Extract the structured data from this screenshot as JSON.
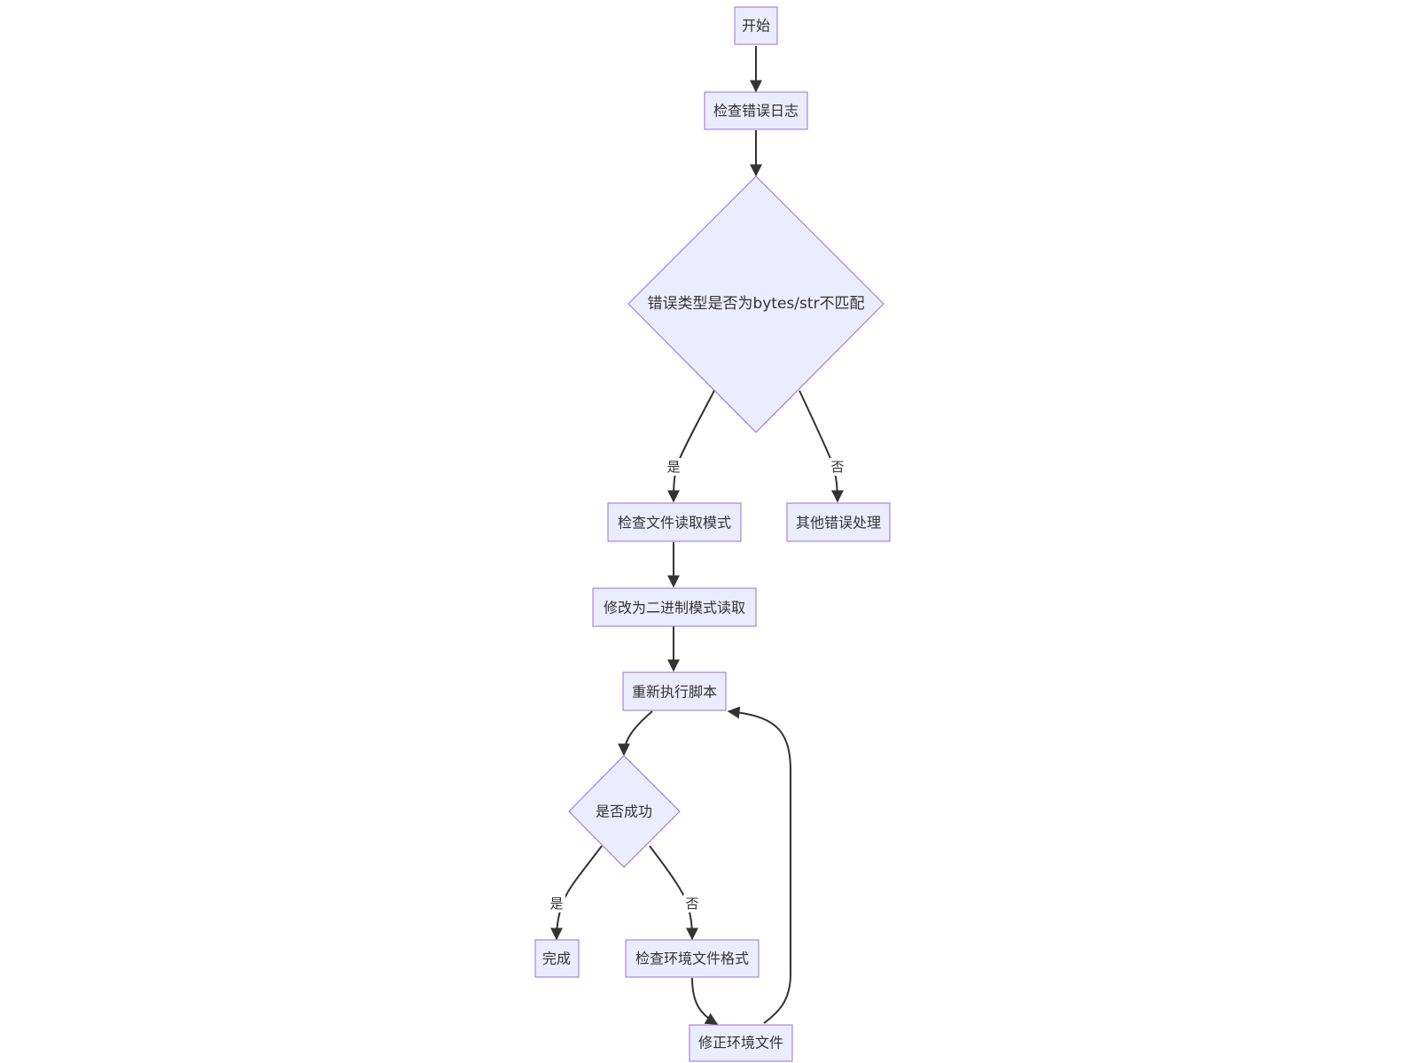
{
  "nodes": {
    "start": "开始",
    "check_log": "检查错误日志",
    "decision_type": "错误类型是否为bytes/str不匹配",
    "check_read_mode": "检查文件读取模式",
    "other_errors": "其他错误处理",
    "binary_mode": "修改为二进制模式读取",
    "rerun": "重新执行脚本",
    "decision_success": "是否成功",
    "done": "完成",
    "check_env": "检查环境文件格式",
    "fix_env": "修正环境文件"
  },
  "edges": {
    "type_yes": "是",
    "type_no": "否",
    "success_yes": "是",
    "success_no": "否"
  }
}
